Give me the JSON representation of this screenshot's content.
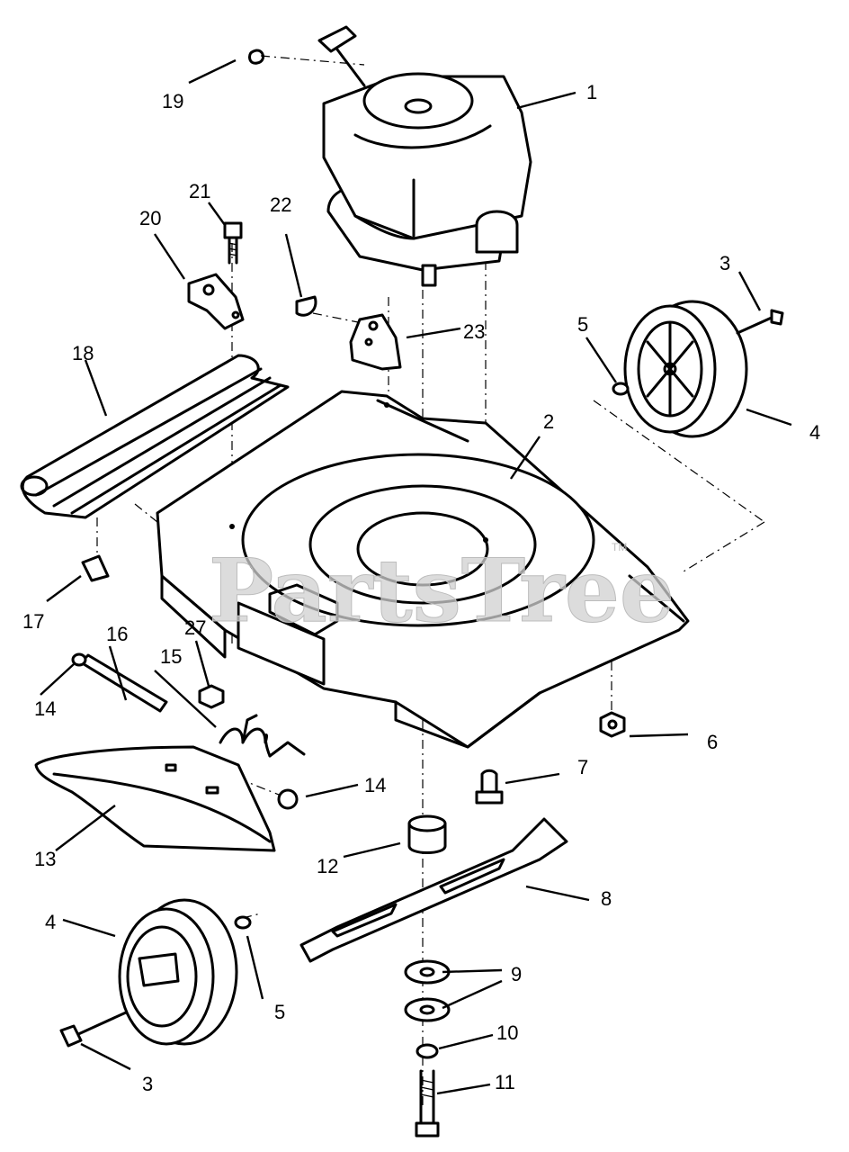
{
  "watermark": {
    "text": "PartsTree",
    "mark": "TM"
  },
  "callouts": [
    {
      "id": "c1",
      "label": "1"
    },
    {
      "id": "c2",
      "label": "2"
    },
    {
      "id": "c3a",
      "label": "3"
    },
    {
      "id": "c3b",
      "label": "3"
    },
    {
      "id": "c4a",
      "label": "4"
    },
    {
      "id": "c4b",
      "label": "4"
    },
    {
      "id": "c5a",
      "label": "5"
    },
    {
      "id": "c5b",
      "label": "5"
    },
    {
      "id": "c6",
      "label": "6"
    },
    {
      "id": "c7",
      "label": "7"
    },
    {
      "id": "c8",
      "label": "8"
    },
    {
      "id": "c9",
      "label": "9"
    },
    {
      "id": "c10",
      "label": "10"
    },
    {
      "id": "c11",
      "label": "11"
    },
    {
      "id": "c12",
      "label": "12"
    },
    {
      "id": "c13",
      "label": "13"
    },
    {
      "id": "c14a",
      "label": "14"
    },
    {
      "id": "c14b",
      "label": "14"
    },
    {
      "id": "c15",
      "label": "15"
    },
    {
      "id": "c16",
      "label": "16"
    },
    {
      "id": "c17",
      "label": "17"
    },
    {
      "id": "c18",
      "label": "18"
    },
    {
      "id": "c19",
      "label": "19"
    },
    {
      "id": "c20",
      "label": "20"
    },
    {
      "id": "c21",
      "label": "21"
    },
    {
      "id": "c22",
      "label": "22"
    },
    {
      "id": "c23",
      "label": "23"
    },
    {
      "id": "c27",
      "label": "27"
    }
  ]
}
